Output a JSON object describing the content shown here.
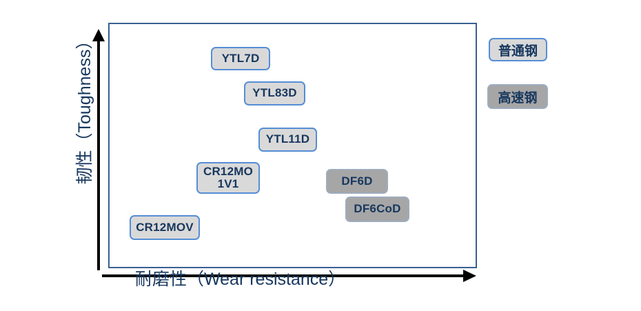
{
  "chart_data": {
    "type": "scatter",
    "title": "",
    "xlabel": "耐磨性（Wear resistance）",
    "ylabel": "韧性（Toughness）",
    "grid": false,
    "legend_position": "right",
    "axes_style": "arrows",
    "series": [
      {
        "name": "普通钢",
        "style": "light-gray-box-blue-border",
        "points": [
          {
            "label": "YTL7D",
            "x": 0.3,
            "y": 0.9
          },
          {
            "label": "YTL83D",
            "x": 0.39,
            "y": 0.76
          },
          {
            "label": "YTL11D",
            "x": 0.43,
            "y": 0.57
          },
          {
            "label": "CR12MO\n1V1",
            "x": 0.26,
            "y": 0.42
          },
          {
            "label": "CR12MOV",
            "x": 0.1,
            "y": 0.2
          }
        ]
      },
      {
        "name": "高速钢",
        "style": "dark-gray-box-dotted-border",
        "points": [
          {
            "label": "DF6D",
            "x": 0.63,
            "y": 0.4
          },
          {
            "label": "DF6CoD",
            "x": 0.69,
            "y": 0.29
          }
        ]
      }
    ]
  },
  "axes": {
    "y_title": "韧性（Toughness）",
    "x_title": "耐磨性（Wear resistance）"
  },
  "nodes": {
    "ytl7d": {
      "label": "YTL7D"
    },
    "ytl83d": {
      "label": "YTL83D"
    },
    "ytl11d": {
      "label": "YTL11D"
    },
    "cr12mo1v1": {
      "line1": "CR12MO",
      "line2": "1V1"
    },
    "cr12mov": {
      "label": "CR12MOV"
    },
    "df6d": {
      "label": "DF6D"
    },
    "df6cod": {
      "label": "DF6CoD"
    }
  },
  "legend": {
    "ordinary_label": "普通钢",
    "hss_label": "高速钢"
  },
  "colors": {
    "frame_border": "#376092",
    "ordinary_fill": "#d9d9d9",
    "ordinary_border": "#558ed5",
    "hss_fill": "#a6a6a6",
    "hss_border": "#95b3d7",
    "text": "#17375e",
    "arrow": "#000000"
  }
}
